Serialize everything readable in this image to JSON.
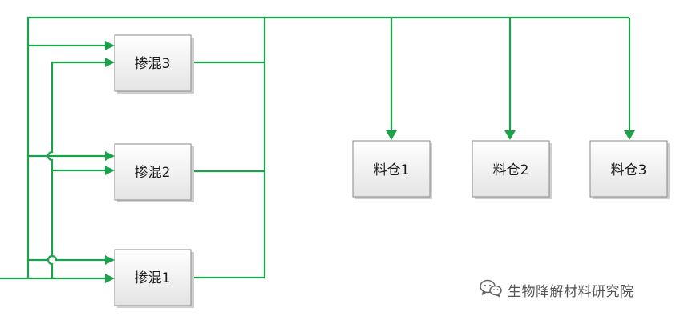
{
  "mixers": {
    "mixer1": "掺混1",
    "mixer2": "掺混2",
    "mixer3": "掺混3"
  },
  "silos": {
    "silo1": "料仓1",
    "silo2": "料仓2",
    "silo3": "料仓3"
  },
  "watermark": {
    "text": "生物降解材料研究院",
    "icon": "wechat-icon"
  },
  "colors": {
    "line": "#1aa34a",
    "box_border": "#8a8a8a",
    "box_fill_top": "#ffffff",
    "box_fill_bottom": "#e6e6e6"
  }
}
